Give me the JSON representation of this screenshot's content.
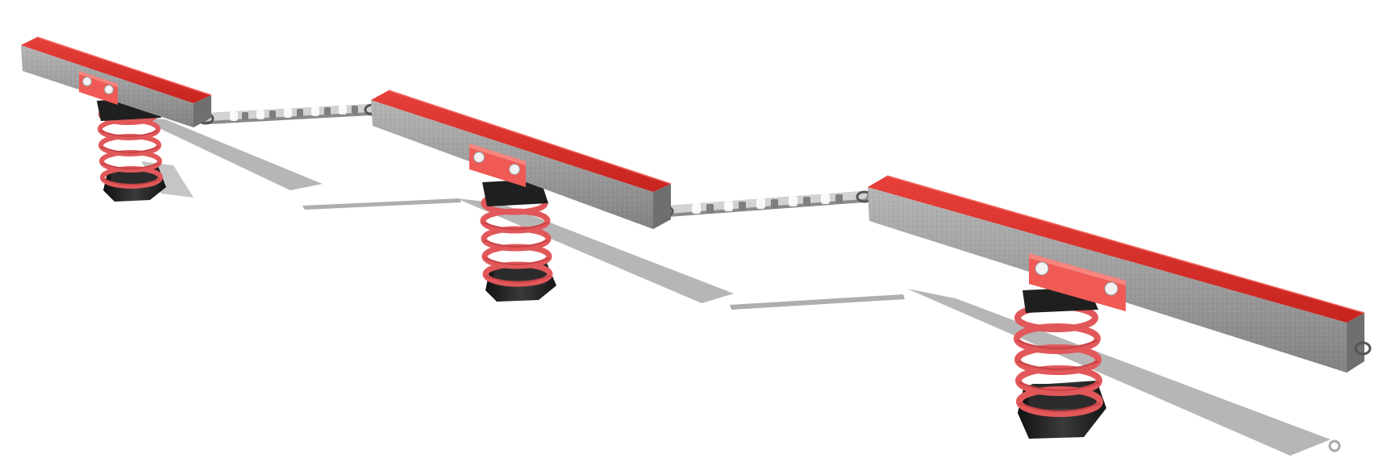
{
  "scene": {
    "subject": "spring-balance-beam-equipment",
    "beam_count": 3,
    "spring_count": 3,
    "chain_count": 2
  },
  "colors": {
    "background": "#ffffff",
    "beam_top": "#d42a24",
    "beam_top_highlight": "#e8403a",
    "beam_side": "#9a9a9a",
    "beam_side_dark": "#7a7a7a",
    "beam_end": "#6f6f6f",
    "spring": "#e2585a",
    "spring_dark": "#b8363a",
    "bracket": "#ef5a55",
    "bolt": "#f2f2f2",
    "base": "#1d1d1d",
    "shadow": "#aaaaaa",
    "chain": "#c9c9c9",
    "chain_dark": "#8a8a8a"
  }
}
